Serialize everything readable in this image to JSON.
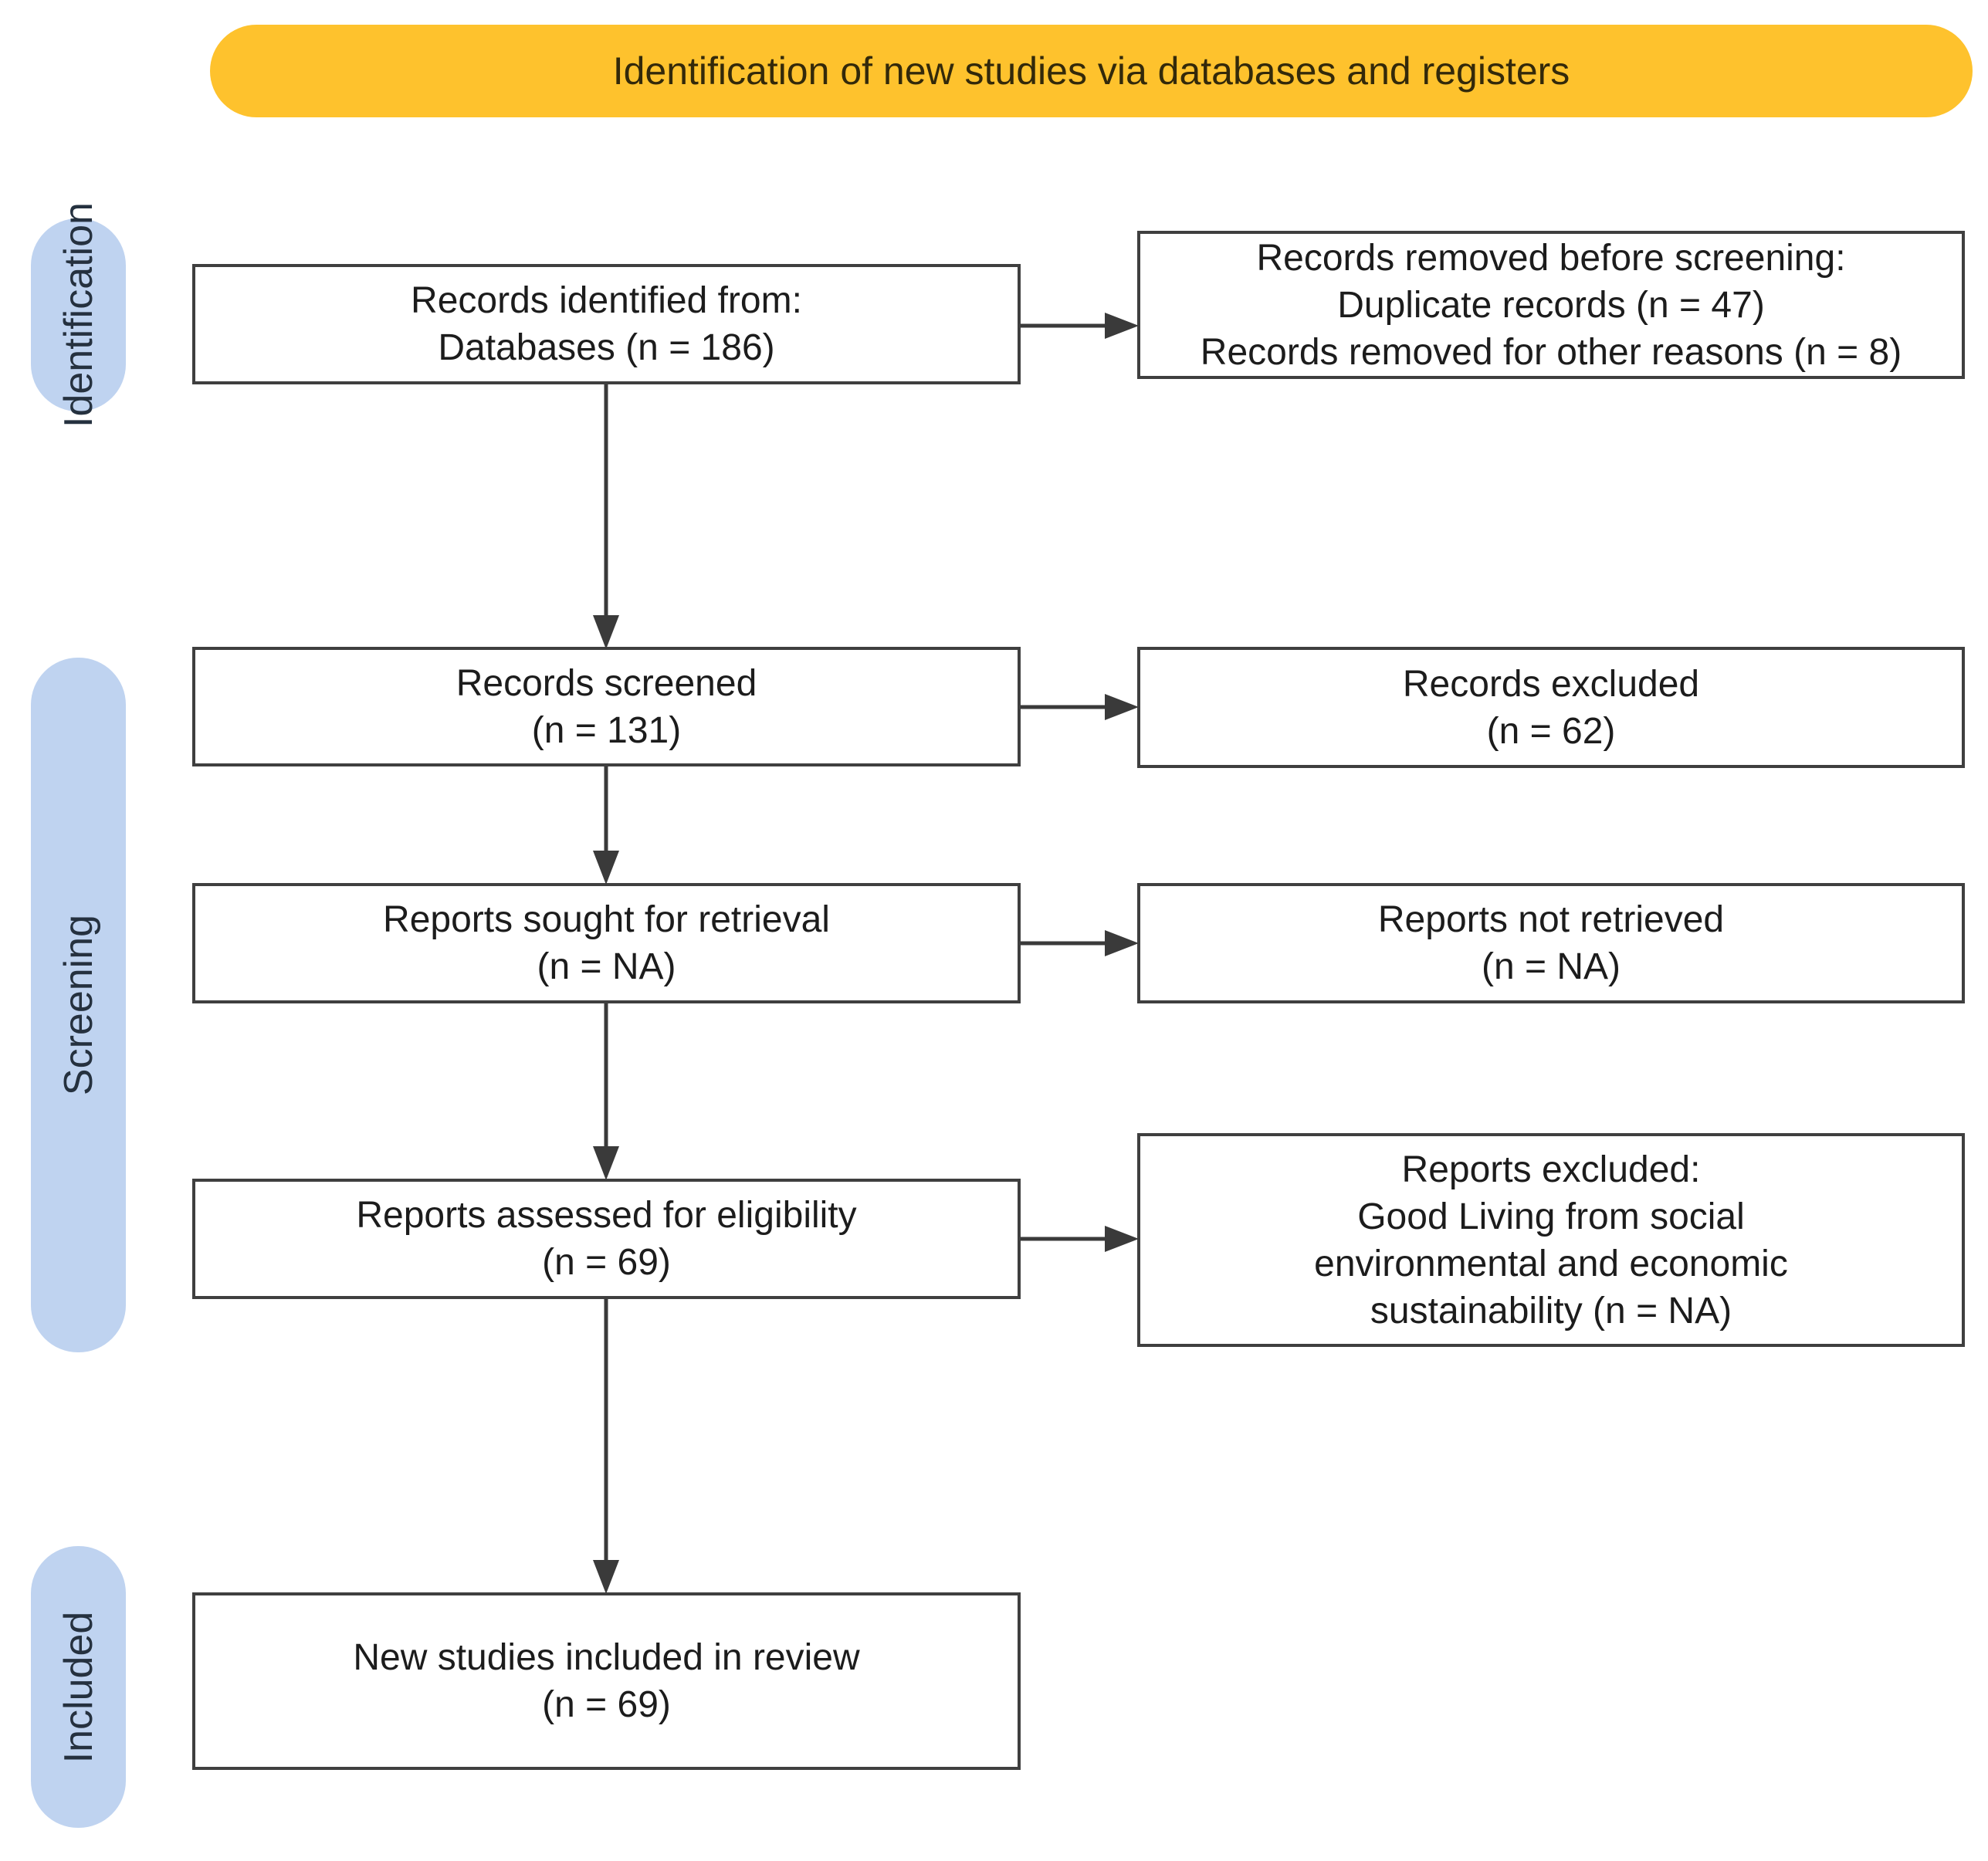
{
  "diagram": {
    "title_banner": "Identification of new studies via databases and registers",
    "stage_labels": {
      "identification": "Identification",
      "screening": "Screening",
      "included": "Included"
    },
    "left_column": [
      {
        "id": "records-identified",
        "lines": [
          "Records identified from:",
          "Databases (n = 186)"
        ],
        "n": "186"
      },
      {
        "id": "records-screened",
        "lines": [
          "Records screened",
          "(n = 131)"
        ],
        "n": "131"
      },
      {
        "id": "reports-sought",
        "lines": [
          "Reports sought for retrieval",
          "(n = NA)"
        ],
        "n": "NA"
      },
      {
        "id": "reports-assessed",
        "lines": [
          "Reports assessed for eligibility",
          "(n = 69)"
        ],
        "n": "69"
      },
      {
        "id": "new-studies-included",
        "lines": [
          "New studies included in review",
          "(n = 69)"
        ],
        "n": "69"
      }
    ],
    "right_column": [
      {
        "id": "records-removed",
        "lines": [
          "Records removed before screening:",
          "Duplicate records (n = 47)",
          "Records removed for other reasons (n = 8)"
        ],
        "n_duplicates": "47",
        "n_other_reasons": "8"
      },
      {
        "id": "records-excluded",
        "lines": [
          "Records excluded",
          "(n = 62)"
        ],
        "n": "62"
      },
      {
        "id": "reports-not-retrieved",
        "lines": [
          "Reports not retrieved",
          "(n = NA)"
        ],
        "n": "NA"
      },
      {
        "id": "reports-excluded",
        "lines": [
          "Reports excluded:",
          "Good Living from social",
          "environmental and economic",
          "sustainability (n = NA)"
        ],
        "n": "NA"
      }
    ],
    "colors": {
      "background": "#FFFFFF",
      "banner_bg": "#FEC22D",
      "banner_text": "#33290A",
      "stage_pill_bg": "#BFD3F0",
      "stage_text": "#25313F",
      "box_border": "#3F3F3F",
      "box_text": "#1C1C1C",
      "arrow": "#3A3A3A"
    }
  }
}
